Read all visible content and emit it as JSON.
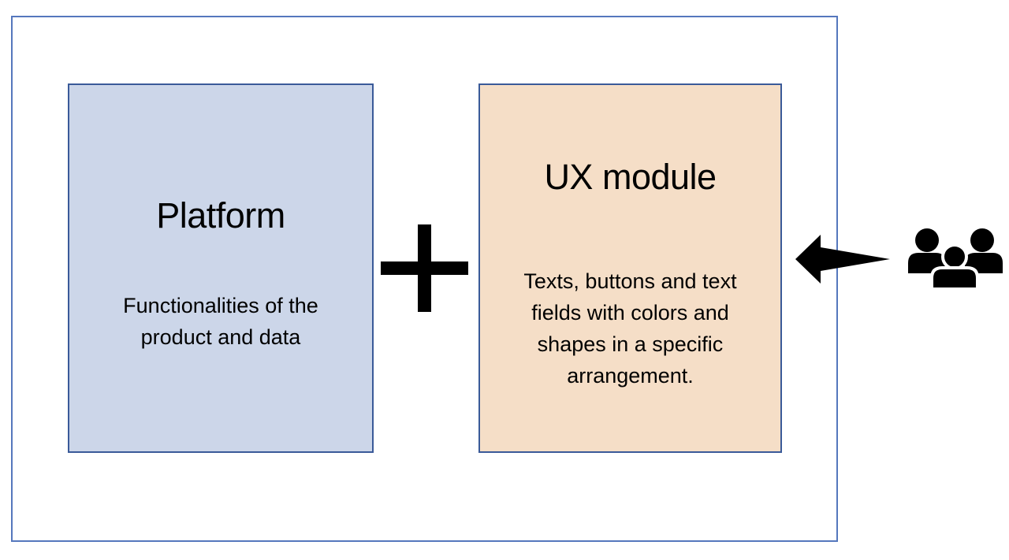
{
  "diagram": {
    "platform": {
      "title": "Platform",
      "body": "Functionalities of the\nproduct and data"
    },
    "ux_module": {
      "title": "UX module",
      "body": "Texts, buttons and text\nfields with colors and\nshapes in a specific\narrangement."
    },
    "icons": {
      "plus": "plus-icon",
      "arrow": "arrow-left-icon",
      "users": "users-group-icon"
    }
  },
  "colors": {
    "outer_border": "#5577bd",
    "box_border": "#3a5a99",
    "platform_fill": "#ccd6e9",
    "ux_fill": "#f5dec7",
    "icon_color": "#000000",
    "text_color": "#000000"
  }
}
